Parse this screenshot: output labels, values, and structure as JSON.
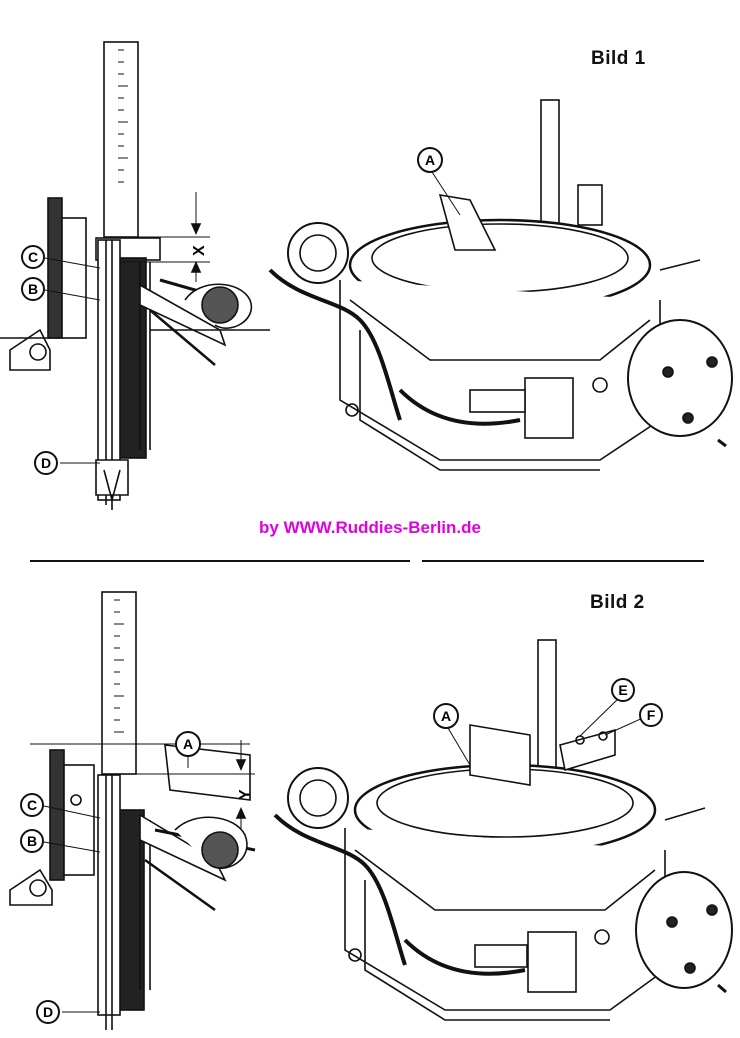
{
  "figures": [
    {
      "title": "Bild 1",
      "labels": {
        "a": "A",
        "b": "B",
        "c": "C",
        "d": "D",
        "x": "X"
      }
    },
    {
      "title": "Bild 2",
      "labels": {
        "a1": "A",
        "a2": "A",
        "b": "B",
        "c": "C",
        "d": "D",
        "e": "E",
        "f": "F",
        "y": "Y"
      }
    }
  ],
  "credit": "by  WWW.Ruddies-Berlin.de",
  "colors": {
    "credit": "#e000e0",
    "ink": "#111111"
  }
}
